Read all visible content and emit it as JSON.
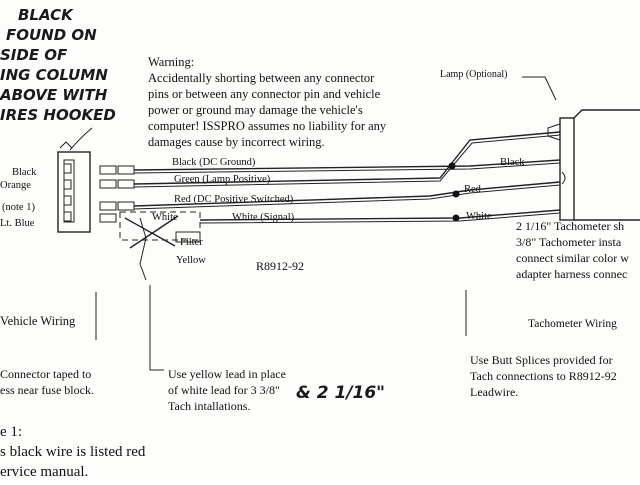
{
  "handwritten_note": [
    "BLACK",
    "FOUND ON",
    "SIDE OF",
    "ING COLUMN",
    "ABOVE WITH",
    "IRES HOOKED"
  ],
  "handwritten_fraction": "& 2 1/16\"",
  "warning": {
    "title": "Warning:",
    "lines": [
      "Accidentally shorting between any connector",
      "pins or between any connector pin and vehicle",
      "power or ground may damage the vehicle's",
      "computer!  ISSPRO assumes no liability for any",
      "damages cause by incorrect wiring."
    ]
  },
  "lamp_label": "Lamp (Optional)",
  "left_connector_labels": [
    "Black",
    "Orange",
    "(note 1)",
    "Lt. Blue"
  ],
  "wires": {
    "black": "Black (DC Ground)",
    "green": "Green (Lamp Positive)",
    "red": "Red (DC Positive Switched)",
    "white_left": "White",
    "white_signal": "White (Signal)",
    "filter": "Filter",
    "yellow": "Yellow"
  },
  "right_wire_labels": {
    "black": "Black",
    "red": "Red",
    "white": "White"
  },
  "part_number": "R8912-92",
  "tach_note": [
    "2 1/16\" Tachometer sh",
    "3/8\" Tachometer insta",
    "connect similar color w",
    "adapter harness connec"
  ],
  "section_titles": {
    "left": "Vehicle Wiring",
    "right": "Tachometer Wiring"
  },
  "connector_note": [
    "Connector taped to",
    "ess near fuse block."
  ],
  "yellow_note": [
    "Use yellow lead in place",
    "of white lead for 3 3/8\"",
    "Tach intallations."
  ],
  "butt_splice_note": [
    "Use Butt Splices provided for",
    "Tach connections to R8912-92",
    "Leadwire."
  ],
  "note1": [
    "e 1:",
    "s black wire is listed red",
    "ervice manual."
  ]
}
